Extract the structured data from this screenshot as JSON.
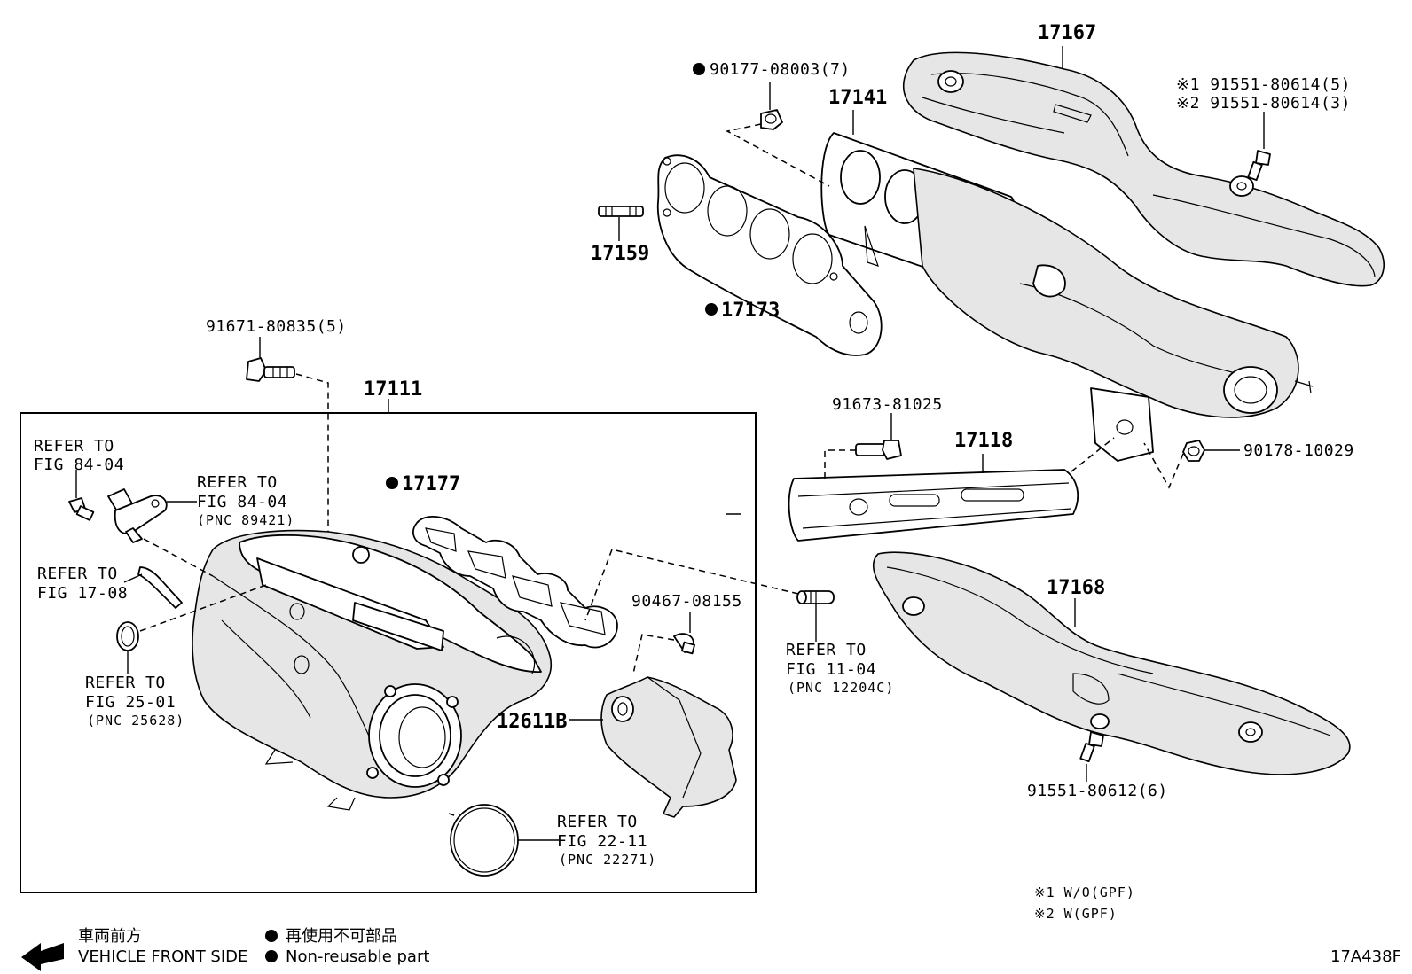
{
  "diagram_id": "17A438F",
  "parts": {
    "p17167": "17167",
    "p17141": "17141",
    "p17159": "17159",
    "p17173": "17173",
    "p90177": "90177-08003(7)",
    "p91551a": "※1 91551-80614(5)",
    "p91551b": "※2 91551-80614(3)",
    "p91671": "91671-80835(5)",
    "p17111": "17111",
    "p17177": "17177",
    "p91673": "91673-81025",
    "p17118": "17118",
    "p90178": "90178-10029",
    "p17168": "17168",
    "p90467": "90467-08155",
    "p12611B": "12611B",
    "p91551c": "91551-80612(6)"
  },
  "refs": {
    "r1": {
      "line1": "REFER TO",
      "line2": "FIG 84-04"
    },
    "r2": {
      "line1": "REFER TO",
      "line2": "FIG 84-04",
      "pnc": "(PNC 89421)"
    },
    "r3": {
      "line1": "REFER TO",
      "line2": "FIG 17-08"
    },
    "r4": {
      "line1": "REFER TO",
      "line2": "FIG 25-01",
      "pnc": "(PNC 25628)"
    },
    "r5": {
      "line1": "REFER TO",
      "line2": "FIG 11-04",
      "pnc": "(PNC 12204C)"
    },
    "r6": {
      "line1": "REFER TO",
      "line2": "FIG 22-11",
      "pnc": "(PNC 22271)"
    }
  },
  "notes": {
    "n1": "※1 W/O(GPF)",
    "n2": "※2 W(GPF)"
  },
  "legend": {
    "front_jp": "車両前方",
    "front_en": "VEHICLE FRONT SIDE",
    "nonreuse_jp": "再使用不可部品",
    "nonreuse_en": "Non-reusable part"
  }
}
